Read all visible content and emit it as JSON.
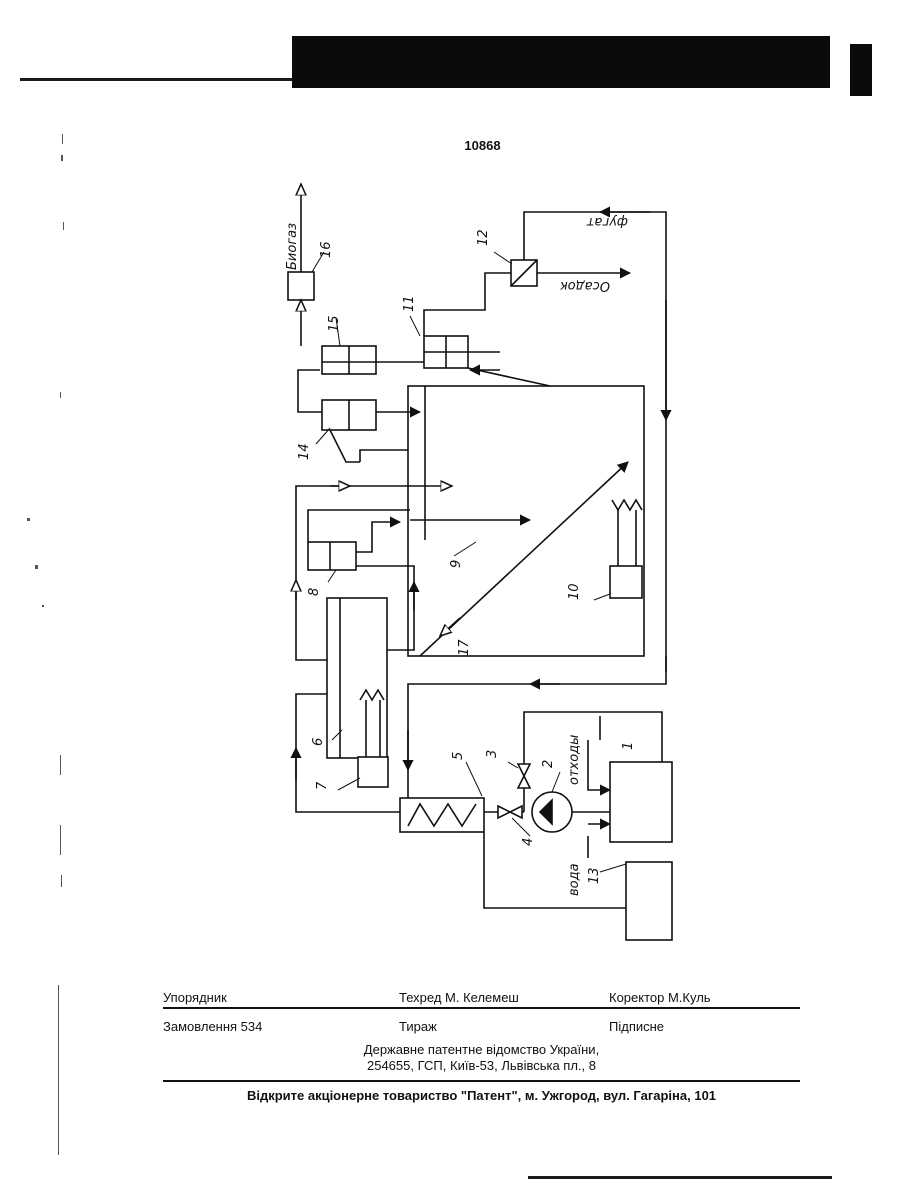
{
  "page_number": "10868",
  "diagram": {
    "labels": {
      "biogas": "Биогаз",
      "fugat": "фугат",
      "osadok": "Осадок",
      "otkhody": "отходы",
      "voda": "вода"
    },
    "numbers": [
      "1",
      "2",
      "3",
      "4",
      "5",
      "6",
      "7",
      "8",
      "9",
      "10",
      "11",
      "12",
      "13",
      "14",
      "15",
      "16",
      "17"
    ]
  },
  "imprint": {
    "compiler": "Упорядник",
    "tech_editor": "Техред М. Келемеш",
    "corrector": "Коректор М.Куль",
    "order": "Замовлення 534",
    "print_run": "Тираж",
    "subscription": "Підписне",
    "office_line1": "Державне патентне відомство України,",
    "office_line2": "254655, ГСП, Київ-53, Львівська пл., 8"
  },
  "footer": "Відкрите акціонерне товариство \"Патент\", м. Ужгород, вул. Гагаріна, 101"
}
